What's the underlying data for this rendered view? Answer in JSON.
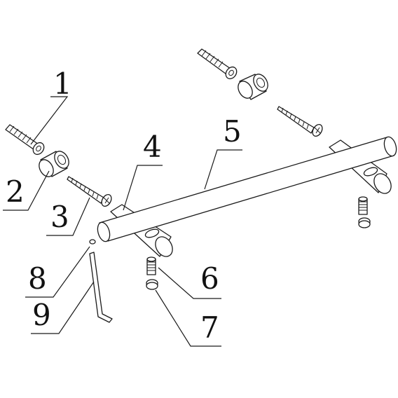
{
  "callouts": {
    "c1": "1",
    "c2": "2",
    "c3": "3",
    "c4": "4",
    "c5": "5",
    "c6": "6",
    "c7": "7",
    "c8": "8",
    "c9": "9"
  },
  "colors": {
    "line": "#1a1a1a",
    "background": "#ffffff"
  }
}
